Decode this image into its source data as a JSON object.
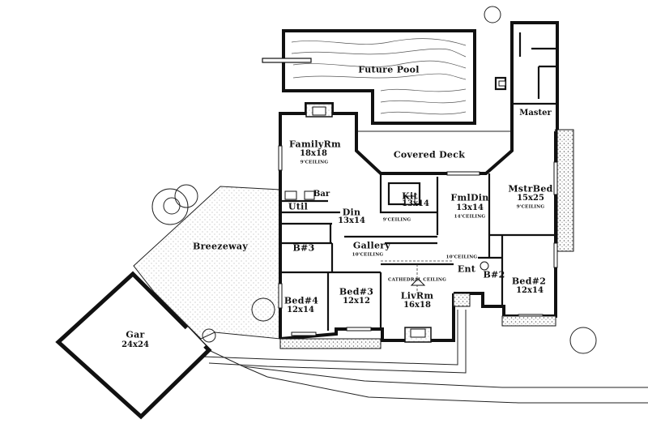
{
  "rooms": {
    "future_pool": "Future Pool",
    "covered_deck": "Covered Deck",
    "master": "Master",
    "family": {
      "name": "FamilyRm",
      "size": "18x18",
      "ceiling": "9'CEILING"
    },
    "bar": "Bar",
    "kit": {
      "name": "Kit",
      "size": "13x14"
    },
    "fml_din": {
      "name": "FmlDin",
      "size": "13x14",
      "ceiling": "14'CEILING"
    },
    "mstr_bed": {
      "name": "MstrBed",
      "size": "15x25",
      "ceiling": "9'CEILING"
    },
    "util": "Util",
    "din": {
      "name": "Din",
      "size": "13x14",
      "ceiling": "9'CEILING"
    },
    "breezeway": "Breezeway",
    "b3": "B#3",
    "gallery": {
      "name": "Gallery",
      "ceiling": "10'CEILING"
    },
    "ent": {
      "name": "Ent",
      "ceiling": "10'CEILING"
    },
    "b2": "B#2",
    "bed2": {
      "name": "Bed#2",
      "size": "12x14"
    },
    "bed4": {
      "name": "Bed#4",
      "size": "12x14"
    },
    "bed3": {
      "name": "Bed#3",
      "size": "12x12"
    },
    "liv": {
      "name": "LivRm",
      "size": "16x18",
      "ceiling": "CATHEDRAL CEILING"
    },
    "gar": {
      "name": "Gar",
      "size": "24x24"
    }
  }
}
